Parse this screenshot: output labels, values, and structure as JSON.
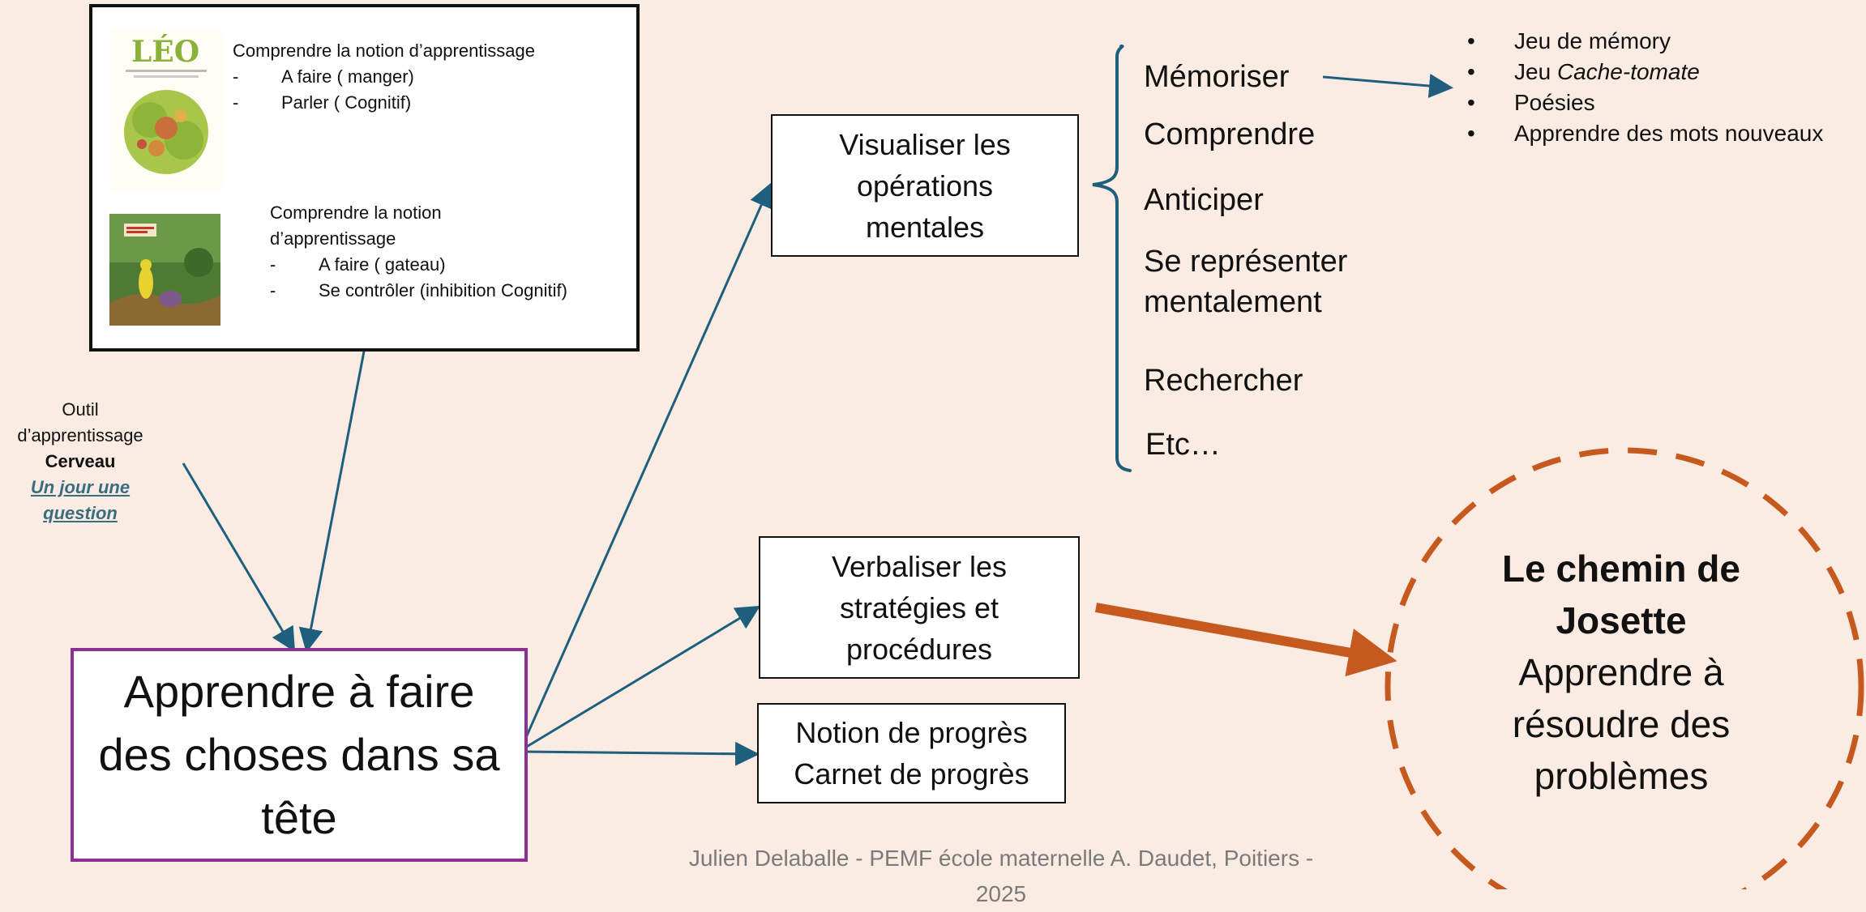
{
  "books": [
    {
      "cover_title": "LÉO",
      "notion": "Comprendre la notion d’apprentissage",
      "items": [
        "A faire ( manger)",
        "Parler ( Cognitif)"
      ]
    },
    {
      "notion_line1": "Comprendre la notion",
      "notion_line2": "d’apprentissage",
      "items": [
        "A faire ( gateau)",
        "Se contrôler (inhibition Cognitif)"
      ]
    }
  ],
  "tool_label": {
    "line1": "Outil",
    "line2": "d’apprentissage",
    "line3": "Cerveau",
    "link_line1": "Un jour une",
    "link_line2": "question"
  },
  "main_box": {
    "line1": "Apprendre à faire",
    "line2": "des choses dans sa",
    "line3": "tête"
  },
  "visualize_box": {
    "line1": "Visualiser les",
    "line2": "opérations",
    "line3": "mentales"
  },
  "verbalize_box": {
    "line1": "Verbaliser les",
    "line2": "stratégies et",
    "line3": "procédures"
  },
  "progress_box": {
    "line1": "Notion de progrès",
    "line2": "Carnet de progrès"
  },
  "operations": {
    "memorize": "Mémoriser",
    "understand": "Comprendre",
    "anticipate": "Anticiper",
    "represent_line1": "Se représenter",
    "represent_line2": "mentalement",
    "search": "Rechercher",
    "etc": "Etc…"
  },
  "activities": {
    "bullet": "•",
    "item1": "Jeu de mémory",
    "item2_prefix": "Jeu ",
    "item2_italic": "Cache-tomate",
    "item3": "Poésies",
    "item4": "Apprendre des mots nouveaux"
  },
  "circle": {
    "title_line1": "Le chemin de",
    "title_line2": "Josette",
    "line3": "Apprendre à",
    "line4": "résoudre des",
    "line5": "problèmes"
  },
  "footer": {
    "line1": "Julien Delaballe - PEMF école maternelle A. Daudet, Poitiers -",
    "line2": "2025"
  },
  "colors": {
    "background": "#fbece3",
    "arrow_blue": "#1f5f7e",
    "arrow_orange": "#c65a1e",
    "main_box_border": "#8e2f93",
    "link": "#3b6d82"
  },
  "icons": {
    "dash": "-"
  }
}
